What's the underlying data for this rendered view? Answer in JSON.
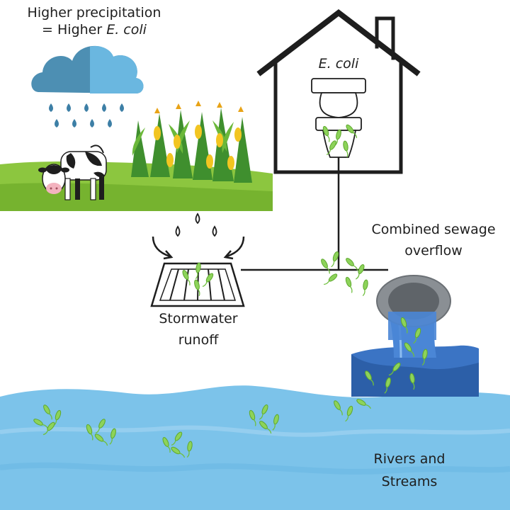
{
  "labels": {
    "precip_line1": "Higher precipitation",
    "precip_line2_prefix": "= Higher ",
    "precip_line2_italic": "E. coli",
    "house_label": "E. coli",
    "cso_line1": "Combined sewage",
    "cso_line2": "overflow",
    "storm_line1": "Stormwater",
    "storm_line2": "runoff",
    "rivers_line1": "Rivers and",
    "rivers_line2": "Streams"
  },
  "colors": {
    "water": "#7cc3ea",
    "water_dark": "#5aaee0",
    "cloud_dark": "#4d8fb3",
    "cloud_light": "#6ab7e0",
    "rain": "#3d7fa6",
    "grass": "#8cc63f",
    "bacteria": "#8dd35a",
    "outline": "#1e1e1e",
    "pipe": "#8a8f94",
    "outflow": "#3b74c4"
  },
  "icons": [
    "rain-cloud-icon",
    "cow-icon",
    "corn-field-icon",
    "house-icon",
    "toilet-icon",
    "storm-drain-icon",
    "outflow-pipe-icon",
    "bacteria-icon"
  ]
}
